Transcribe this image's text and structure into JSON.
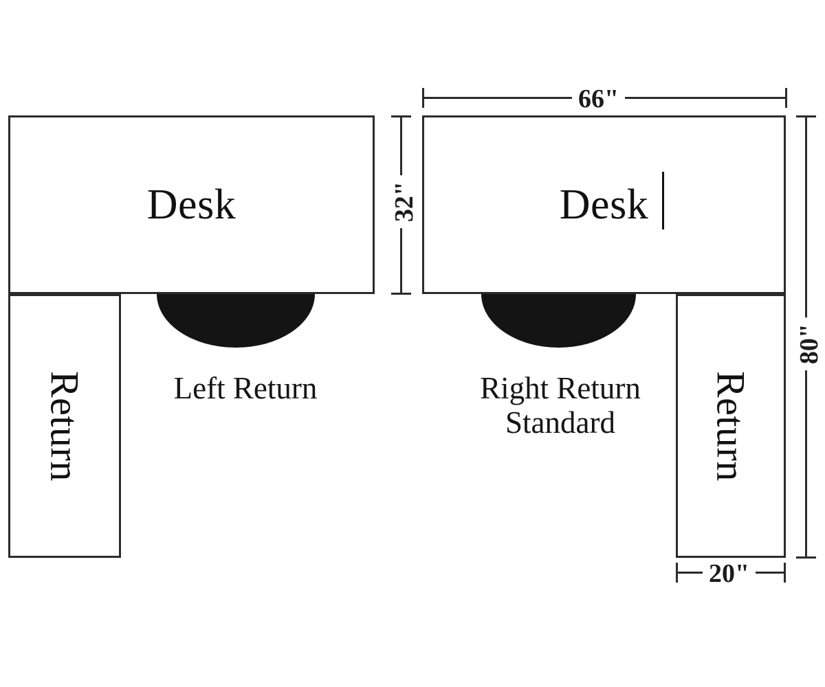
{
  "diagram": {
    "title": "Desk with Left Return and Right Return Standard - dimensioned plan view",
    "line_color": "#2b2b2b",
    "fill_color": "#ffffff",
    "chair_color": "#141414"
  },
  "left_unit": {
    "desk_label": "Desk",
    "return_label": "Return",
    "caption": "Left Return"
  },
  "right_unit": {
    "desk_label": "Desk",
    "return_label": "Return",
    "caption": "Right Return\nStandard"
  },
  "dimensions": {
    "width": "66\"",
    "desk_depth": "32\"",
    "overall_depth": "80\"",
    "return_width": "20\""
  }
}
